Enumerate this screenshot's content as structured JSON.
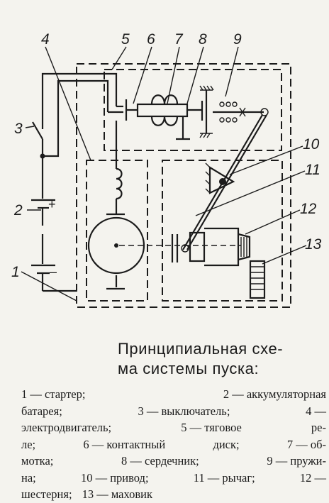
{
  "diagram": {
    "callouts": [
      "1",
      "2",
      "3",
      "4",
      "5",
      "6",
      "7",
      "8",
      "9",
      "10",
      "11",
      "12",
      "13"
    ],
    "battery_plus": "+",
    "battery_minus": "–"
  },
  "caption": {
    "line1": "Принципиальная схе-",
    "line2": "ма системы пуска:"
  },
  "legend": {
    "lines": [
      [
        "1 — стартер;",
        "2 — аккумуляторная"
      ],
      [
        "батарея;",
        "3 — выключатель;",
        "4 —"
      ],
      [
        "электродвигатель;",
        "5 — тяговое",
        "ре-"
      ],
      [
        "ле;",
        "6 — контактный",
        "диск;",
        "7 — об-"
      ],
      [
        "мотка;",
        "8 — сердечник;",
        "9 — пружи-"
      ],
      [
        "на;",
        "10 — привод;",
        "11 — рычаг;",
        "12 —"
      ],
      [
        "шестерня;",
        "13 — маховик"
      ]
    ]
  }
}
